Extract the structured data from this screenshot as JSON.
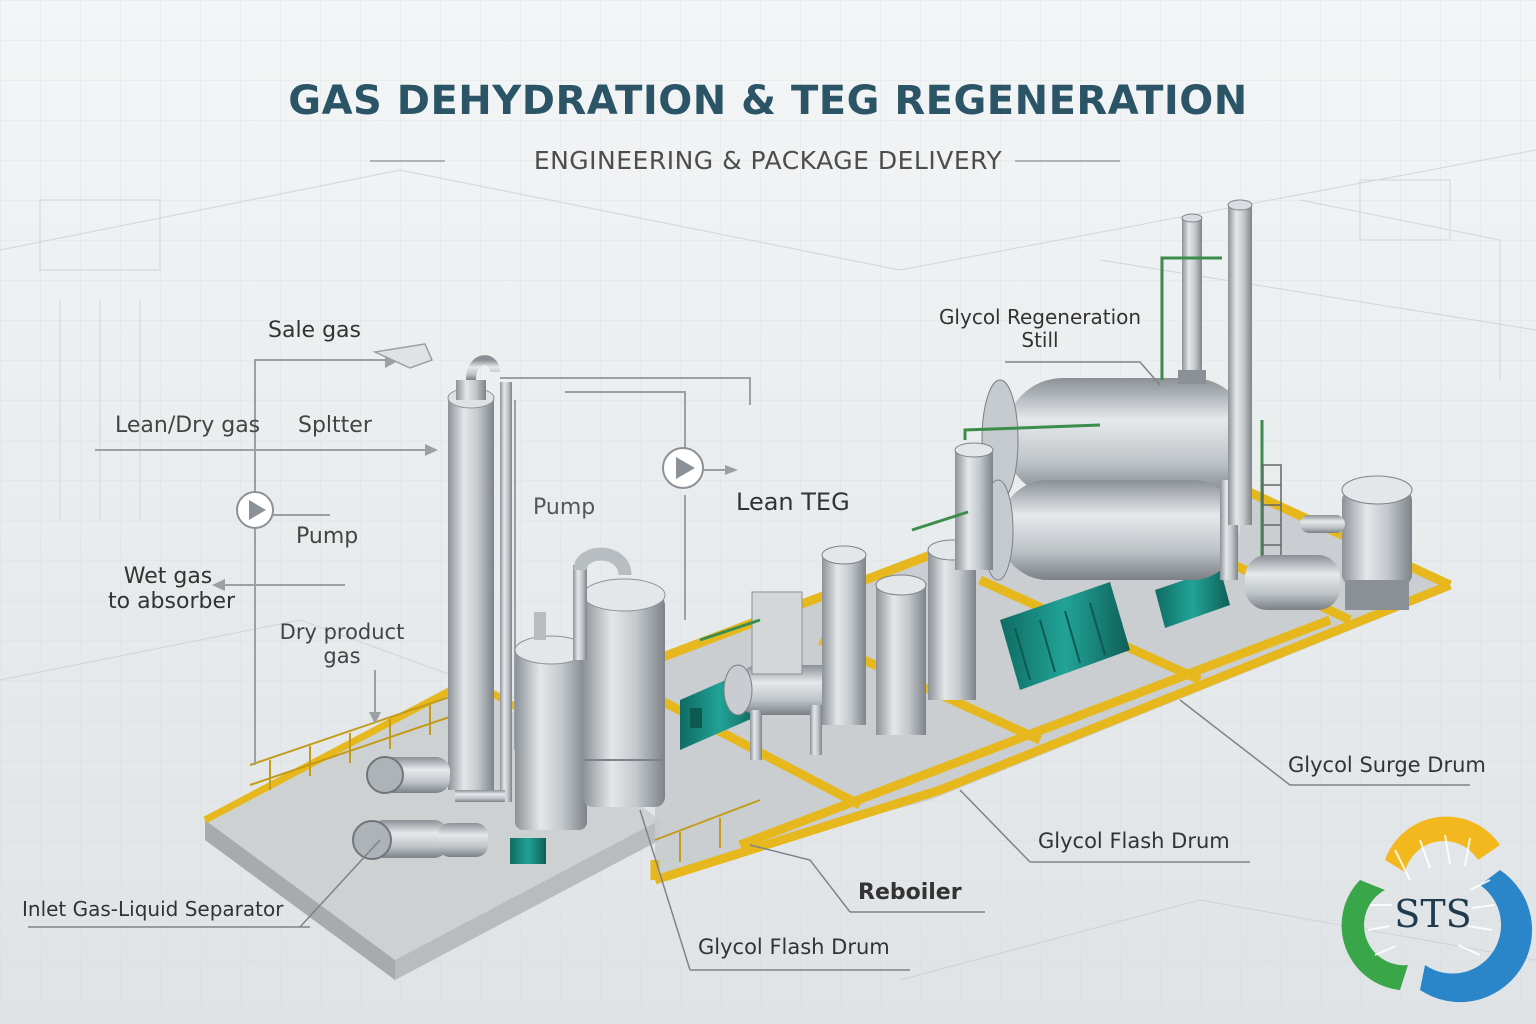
{
  "header": {
    "title": "GAS DEHYDRATION & TEG REGENERATION",
    "subtitle": "ENGINEERING & PACKAGE DELIVERY"
  },
  "labels": {
    "sale_gas": "Sale gas",
    "lean_dry_gas": "Lean/Dry gas",
    "splitter": "Spltter",
    "pump_center": "Pump",
    "lean_teg": "Lean TEG",
    "pump_left": "Pump",
    "wet_gas_line1": "Wet gas",
    "wet_gas_line2": "to absorber",
    "dry_product_line1": "Dry product",
    "dry_product_line2": "gas",
    "glycol_regen_line1": "Glycol Regeneration",
    "glycol_regen_line2": "Still",
    "glycol_surge_drum": "Glycol Surge Drum",
    "glycol_flash_drum_right": "Glycol Flash Drum",
    "reboiler": "Reboiler",
    "glycol_flash_drum_bottom": "Glycol Flash Drum",
    "inlet_separator": "Inlet Gas-Liquid Separator"
  },
  "logo": {
    "text": "STS"
  },
  "colors": {
    "title": "#2b5566",
    "steel": "#b9bec3",
    "teal_equipment": "#1a8a80",
    "yellow_frame": "#e6b81e",
    "concrete": "#cfd2d3",
    "logo_green": "#3aa64a",
    "logo_yellow": "#f2b81d",
    "logo_blue": "#2a86c9"
  }
}
